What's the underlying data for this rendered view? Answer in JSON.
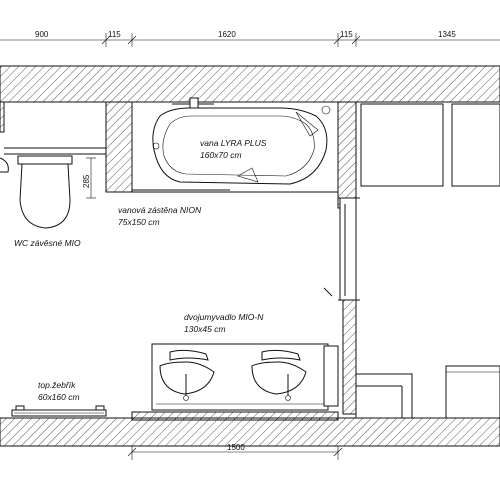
{
  "dimensions": {
    "top": [
      "900",
      "115",
      "1620",
      "115",
      "1345"
    ],
    "bottom": "1500",
    "wc_height": "285"
  },
  "labels": {
    "bathtub_name": "vana LYRA PLUS",
    "bathtub_size": "160x70 cm",
    "screen_name": "vanová zástěna NION",
    "screen_size": "75x150 cm",
    "wc_name": "WC závěsné MIO",
    "sink_name": "dvojumyvadlo MIO-N",
    "sink_size": "130x45 cm",
    "radiator_name": "top.žebřík",
    "radiator_size": "60x160 cm"
  }
}
